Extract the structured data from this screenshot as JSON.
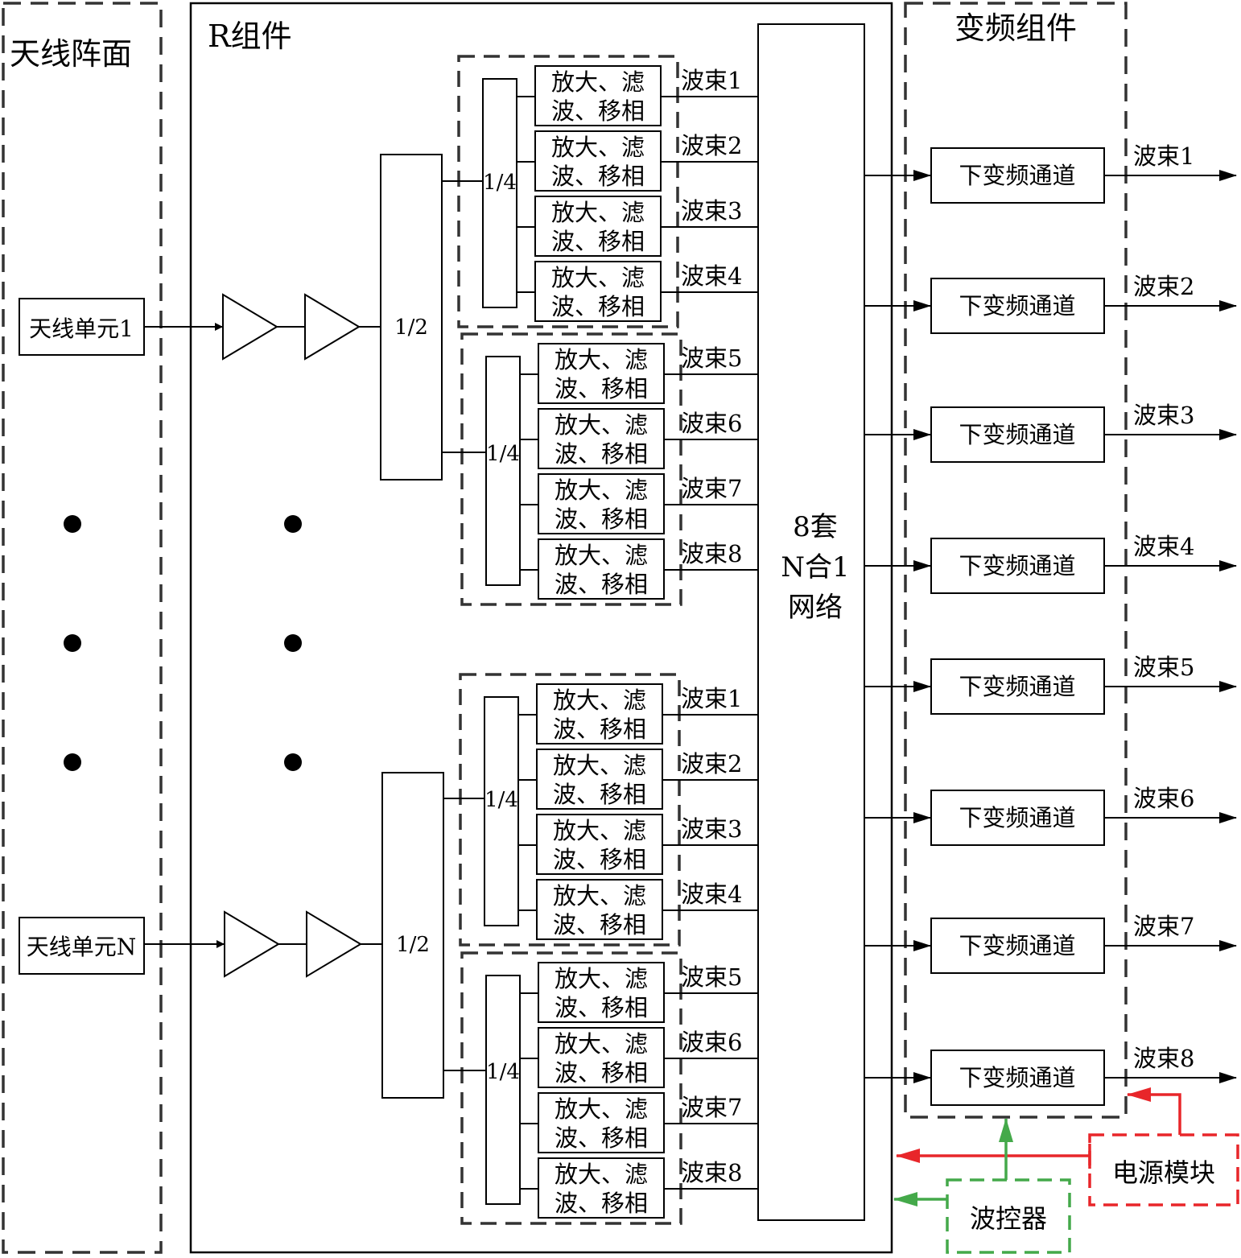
{
  "labels": {
    "antenna_array": "天线阵面",
    "r_module": "R组件",
    "conversion_module": "变频组件",
    "antenna_unit_1": "天线单元1",
    "antenna_unit_n": "天线单元N",
    "splitter_half": "1/2",
    "splitter_quarter": "1/4",
    "amp_filter_phase_line1": "放大、滤",
    "amp_filter_phase_line2": "波、移相",
    "beam_prefix": "波束",
    "network_line1": "8套",
    "network_line2": "N合1",
    "network_line3": "网络",
    "downconv_channel": "下变频通道",
    "power_module": "电源模块",
    "beam_controller": "波控器"
  },
  "internal_beams": [
    "1",
    "2",
    "3",
    "4",
    "5",
    "6",
    "7",
    "8"
  ],
  "output_beams": [
    "1",
    "2",
    "3",
    "4",
    "5",
    "6",
    "7",
    "8"
  ],
  "icons": [
    "amplifier-triangle-icon",
    "ellipsis-dot-icon",
    "arrow-icon"
  ],
  "colors": {
    "line": "#000000",
    "dash_gray": "#333333",
    "power_red": "#e8262a",
    "control_green": "#44a94a"
  }
}
